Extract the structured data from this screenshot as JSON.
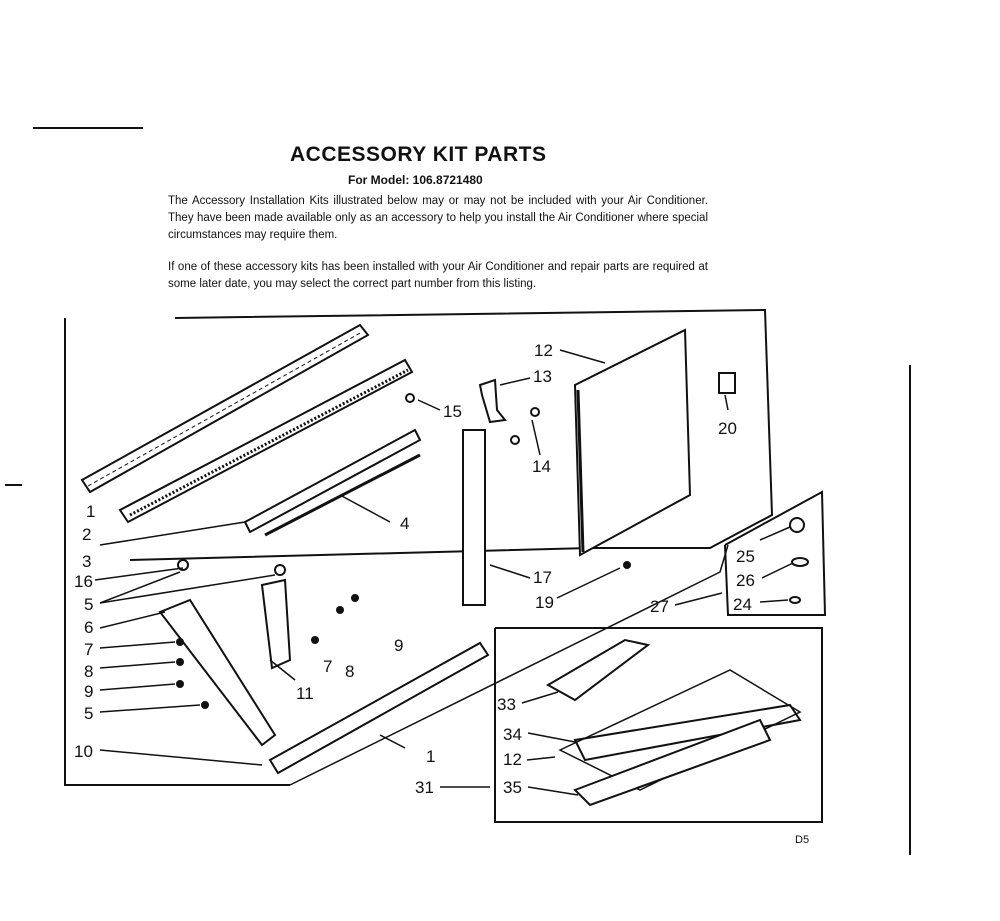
{
  "title": "ACCESSORY KIT PARTS",
  "model": "For Model: 106.8721480",
  "paragraph1": "The Accessory Installation Kits illustrated below may or may not be included with your Air Conditioner. They have been made available only as an accessory to help you install the Air Conditioner where special circumstances may require them.",
  "paragraph2": "If one of these accessory kits has been installed with your Air Conditioner and repair parts are required at some later date, you may select the correct part number from this listing.",
  "page_code": "D5",
  "callouts": {
    "c1a": "1",
    "c2": "2",
    "c3": "3",
    "c16": "16",
    "c5a": "5",
    "c6": "6",
    "c7a": "7",
    "c8a": "8",
    "c9a": "9",
    "c5b": "5",
    "c10": "10",
    "c4": "4",
    "c15": "15",
    "c13": "13",
    "c14": "14",
    "c12a": "12",
    "c20": "20",
    "c17": "17",
    "c19": "19",
    "c11": "11",
    "c7b": "7",
    "c8b": "8",
    "c9b": "9",
    "c1b": "1",
    "c25": "25",
    "c26": "26",
    "c24": "24",
    "c27": "27",
    "c33": "33",
    "c34": "34",
    "c12b": "12",
    "c31": "31",
    "c35": "35"
  }
}
